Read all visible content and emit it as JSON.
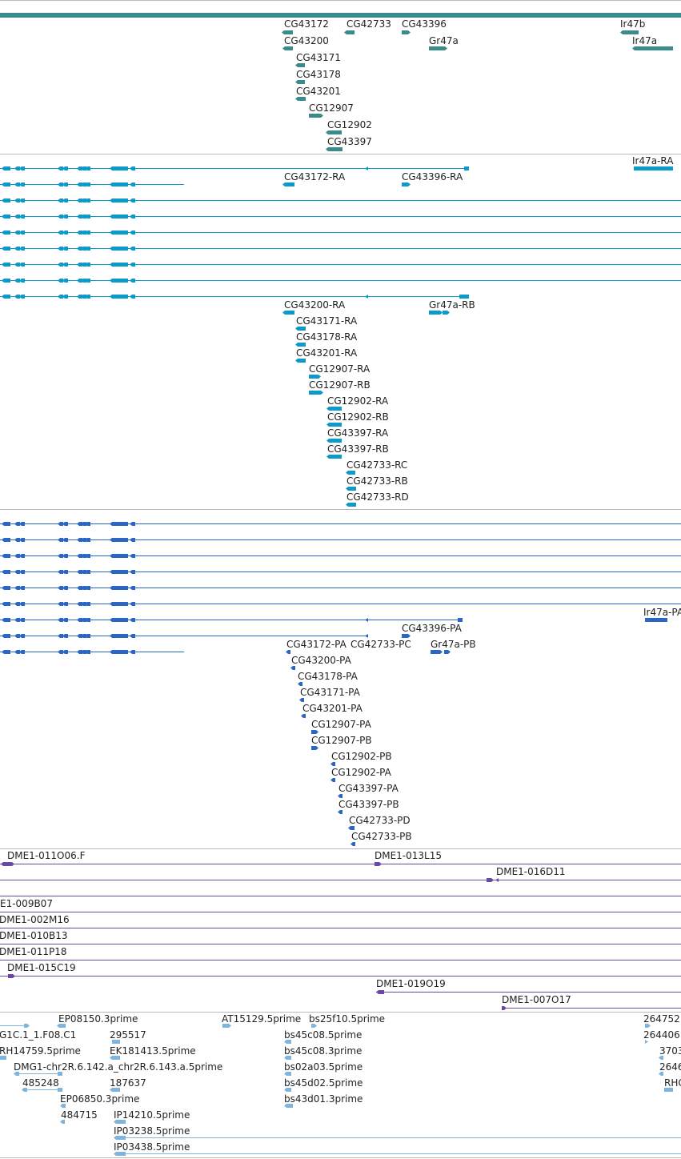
{
  "colors": {
    "gene": "#3a8c8c",
    "transcript": "#0b9ac9",
    "protein": "#2b66c4",
    "clone": "#6a48a6",
    "est": "#7fb4dc",
    "divider": "#b8b8b8"
  },
  "tracks": [
    {
      "id": "gene-track",
      "color": "gene",
      "labels": [
        "CG43172",
        "CG42733",
        "CG43396",
        "Ir47b",
        "CG43200",
        "Gr47a",
        "Ir47a",
        "CG43171",
        "CG43178",
        "CG43201",
        "CG12907",
        "CG12902",
        "CG43397"
      ]
    },
    {
      "id": "transcript-track",
      "color": "transcript",
      "labels": [
        "Ir47a-RA",
        "CG43172-RA",
        "CG43396-RA",
        "CG43200-RA",
        "Gr47a-RB",
        "CG43171-RA",
        "CG43178-RA",
        "CG43201-RA",
        "CG12907-RA",
        "CG12907-RB",
        "CG12902-RA",
        "CG12902-RB",
        "CG43397-RA",
        "CG43397-RB",
        "CG42733-RC",
        "CG42733-RB",
        "CG42733-RD"
      ]
    },
    {
      "id": "protein-track",
      "color": "protein",
      "labels": [
        "Ir47a-PA",
        "CG43396-PA",
        "CG43172-PA",
        "CG42733-PC",
        "Gr47a-PB",
        "CG43200-PA",
        "CG43178-PA",
        "CG43171-PA",
        "CG43201-PA",
        "CG12907-PA",
        "CG12907-PB",
        "CG12902-PB",
        "CG12902-PA",
        "CG43397-PA",
        "CG43397-PB",
        "CG42733-PD",
        "CG42733-PB"
      ]
    },
    {
      "id": "clone-track",
      "color": "clone",
      "labels": [
        "DME1-011O06.F",
        "DME1-013L15",
        "DME1-016D11",
        "E1-009B07",
        "DME1-002M16",
        "DME1-010B13",
        "DME1-011P18",
        "DME1-015C19",
        "DME1-019O19",
        "DME1-007O17"
      ]
    },
    {
      "id": "est-track",
      "color": "est",
      "labels": [
        "EP08150.3prime",
        "AT15129.5prime",
        "bs25f10.5prime",
        "264752",
        "G1C.1_1.F08.C1",
        "295517",
        "bs45c08.5prime",
        "264406",
        "RH14759.5prime",
        "EK181413.5prime",
        "bs45c08.3prime",
        "3703",
        "DMG1-chr2R.6.142.a_chr2R.6.143.a.5prime",
        "bs02a03.5prime",
        "2646",
        "485248",
        "187637",
        "bs45d02.5prime",
        "RHC",
        "EP06850.3prime",
        "bs43d01.3prime",
        "484715",
        "IP14210.5prime",
        "IP03238.5prime",
        "IP03438.5prime"
      ]
    }
  ]
}
